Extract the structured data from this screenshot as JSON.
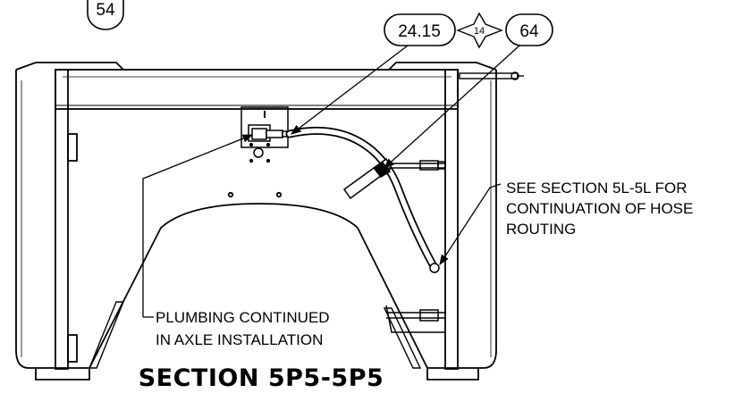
{
  "callouts": {
    "c54": "54",
    "c2415": "24.15",
    "c14": "14",
    "c64": "64"
  },
  "notes": {
    "see_section": [
      "SEE SECTION 5L-5L FOR",
      "CONTINUATION OF HOSE",
      "ROUTING"
    ],
    "plumbing": [
      "PLUMBING CONTINUED",
      "IN AXLE INSTALLATION"
    ]
  },
  "title": "SECTION 5P5-5P5"
}
